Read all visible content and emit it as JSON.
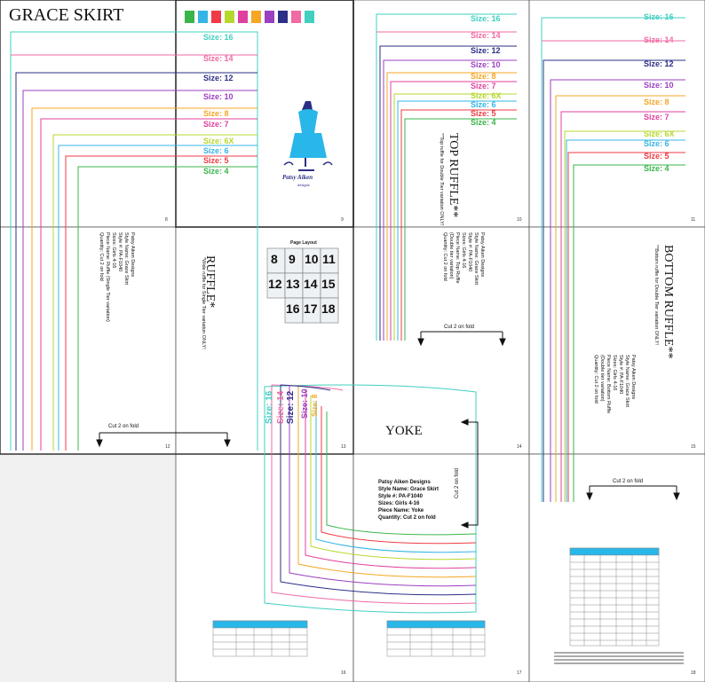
{
  "colors": {
    "s16": "#3fd0c0",
    "s14": "#f06aa4",
    "s12": "#2b2f86",
    "s10": "#9b3fc2",
    "s8": "#f5a623",
    "s7": "#e0409e",
    "s6x": "#b6d82e",
    "s6": "#35b4e6",
    "s5": "#ee3b45",
    "s4": "#3ab54a",
    "table_header": "#29b6e8"
  },
  "swatches": [
    "#3ab54a",
    "#35b4e6",
    "#ee3b45",
    "#b6d82e",
    "#e0409e",
    "#f5a623",
    "#9b3fc2",
    "#2b2f86",
    "#f06aa4",
    "#3fd0c0"
  ],
  "skirt": {
    "title": "GRACE SKIRT",
    "sizes": [
      "Size: 16",
      "Size: 14",
      "Size: 12",
      "Size: 10",
      "Size: 8",
      "Size: 7",
      "Size: 6X",
      "Size: 6",
      "Size: 5",
      "Size: 4"
    ],
    "info": [
      "Patsy Aiken Designs",
      "Style Name: Grace Skirt",
      "Style #: PA-F1040",
      "Sizes: Girls 4-16",
      "Piece Name: Ruffle (Single Tier variation)",
      "Quantity: Cut 2 on fold"
    ],
    "cut_label": "Cut 2 on fold"
  },
  "logo": {
    "brand": "Patsy Aiken",
    "sub": "designs"
  },
  "ruffle": {
    "title": "RUFFLE*",
    "note": "*Wide ruffle for Single Tier variation ONLY!"
  },
  "layout": {
    "title": "Page Layout",
    "cells": [
      "8",
      "9",
      "10",
      "11",
      "12",
      "13",
      "14",
      "15",
      "16",
      "17",
      "18"
    ]
  },
  "top_ruffle": {
    "title": "TOP RUFFLE**",
    "note": "**Top ruffle for Double Tier variation ONLY!",
    "sizes": [
      "Size: 16",
      "Size: 14",
      "Size: 12",
      "Size: 10",
      "Size: 8",
      "Size: 7",
      "Size: 6X",
      "Size: 6",
      "Size: 5",
      "Size: 4"
    ],
    "info": [
      "Patsy Aiken Designs",
      "Style Name: Grace Skirt",
      "Style #: PA-F1040",
      "Sizes: Girls 4-16",
      "Piece Name: Top Ruffle",
      "(Double tier variation)",
      "Quantity: Cut 2 on fold"
    ],
    "cut_label": "Cut 2 on fold"
  },
  "bottom_ruffle": {
    "title": "BOTTOM RUFFLE**",
    "note": "**Bottom ruffle for Double Tier variation ONLY!",
    "sizes": [
      "Size: 16",
      "Size: 14",
      "Size: 12",
      "Size: 10",
      "Size: 8",
      "Size: 7",
      "Size: 6X",
      "Size: 6",
      "Size: 5",
      "Size: 4"
    ],
    "info": [
      "Patsy Aiken Designs",
      "Style Name: Grace Skirt",
      "Style #: PA-F1040",
      "Sizes: Girls 4-16",
      "Piece Name: Bottom Ruffle",
      "(Double tier variation)",
      "Quantity: Cut 2 on fold"
    ],
    "cut_label": "Cut 2 on fold"
  },
  "yoke": {
    "title": "YOKE",
    "sizes": [
      "Size: 16",
      "Size: 14",
      "Size: 12",
      "Size: 10",
      "Size: 8"
    ],
    "info": [
      "Patsy Aiken Designs",
      "Style Name: Grace Skirt",
      "Style #: PA-F1040",
      "Sizes: Girls 4-16",
      "Piece Name: Yoke",
      "Quantity: Cut 2 on fold"
    ],
    "cut_label": "Cut 2 on fold"
  },
  "page_numbers": [
    "8",
    "9",
    "10",
    "11",
    "12",
    "13",
    "14",
    "15",
    "16",
    "17",
    "18"
  ]
}
